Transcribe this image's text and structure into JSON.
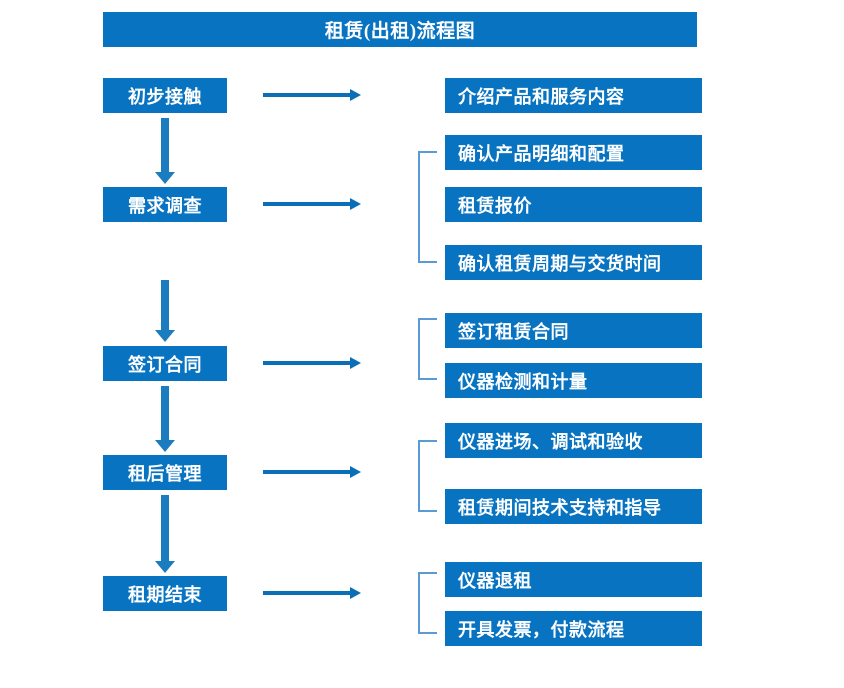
{
  "diagram": {
    "title": "租赁(出租)流程图",
    "accent_color": "#0873C1",
    "arrow_color": "#0B6FB8",
    "bracket_color": "#5B9BD5",
    "text_color": "#FFFFFF",
    "background_color": "#FFFFFF"
  },
  "stages": [
    {
      "id": "stage-1",
      "label": "初步接触"
    },
    {
      "id": "stage-2",
      "label": "需求调查"
    },
    {
      "id": "stage-3",
      "label": "签订合同"
    },
    {
      "id": "stage-4",
      "label": "租后管理"
    },
    {
      "id": "stage-5",
      "label": "租期结束"
    }
  ],
  "details": [
    {
      "id": "detail-1",
      "label": "介绍产品和服务内容"
    },
    {
      "id": "detail-2",
      "label": "确认产品明细和配置"
    },
    {
      "id": "detail-3",
      "label": "租赁报价"
    },
    {
      "id": "detail-4",
      "label": "确认租赁周期与交货时间"
    },
    {
      "id": "detail-5",
      "label": "签订租赁合同"
    },
    {
      "id": "detail-6",
      "label": "仪器检测和计量"
    },
    {
      "id": "detail-7",
      "label": "仪器进场、调试和验收"
    },
    {
      "id": "detail-8",
      "label": "租赁期间技术支持和指导"
    },
    {
      "id": "detail-9",
      "label": "仪器退租"
    },
    {
      "id": "detail-10",
      "label": "开具发票，付款流程"
    }
  ],
  "groups": [
    {
      "stage": "需求调查",
      "details": [
        "确认产品明细和配置",
        "租赁报价",
        "确认租赁周期与交货时间"
      ]
    },
    {
      "stage": "签订合同",
      "details": [
        "签订租赁合同",
        "仪器检测和计量"
      ]
    },
    {
      "stage": "租后管理",
      "details": [
        "仪器进场、调试和验收",
        "租赁期间技术支持和指导"
      ]
    },
    {
      "stage": "租期结束",
      "details": [
        "仪器退租",
        "开具发票，付款流程"
      ]
    }
  ],
  "flow_sequence": [
    "初步接触",
    "需求调查",
    "签订合同",
    "租后管理",
    "租期结束"
  ]
}
